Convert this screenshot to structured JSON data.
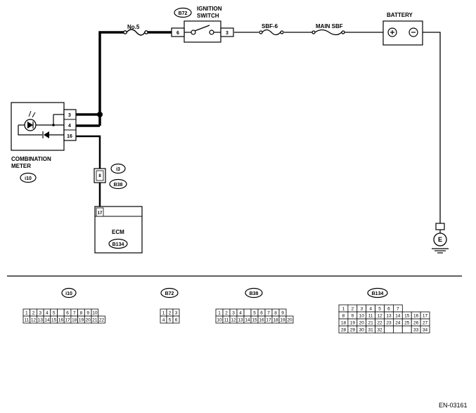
{
  "labels": {
    "fuse": "No.5",
    "ignition_switch_line1": "IGNITION",
    "ignition_switch_line2": "SWITCH",
    "ignition_switch_code": "B72",
    "sbf6": "SBF-6",
    "main_sbf": "MAIN SBF",
    "battery": "BATTERY",
    "combination_meter_line1": "COMBINATION",
    "combination_meter_line2": "METER",
    "combination_meter_code": "i10",
    "junction_top": "i3",
    "junction_bottom": "B38",
    "ecm": "ECM",
    "ecm_code": "B134",
    "ground": "E",
    "footer_code": "EN-03161"
  },
  "pins": {
    "switch_in": "6",
    "switch_out": "3",
    "meter_pin_a": "3",
    "meter_pin_b": "4",
    "meter_pin_c": "16",
    "junction_pin": "8",
    "ecm_pin": "17"
  },
  "connectors": {
    "i10": {
      "title": "i10",
      "row1": [
        "1",
        "2",
        "3",
        "4",
        "5",
        "",
        "6",
        "7",
        "8",
        "9",
        "10"
      ],
      "row2": [
        "11",
        "12",
        "13",
        "14",
        "15",
        "16",
        "17",
        "18",
        "19",
        "20",
        "21",
        "22"
      ]
    },
    "b72": {
      "title": "B72",
      "row1": [
        "1",
        "2",
        "3"
      ],
      "row2": [
        "4",
        "5",
        "6"
      ]
    },
    "b38": {
      "title": "B38",
      "row1": [
        "1",
        "2",
        "3",
        "4",
        "",
        "5",
        "6",
        "7",
        "8",
        "9"
      ],
      "row2": [
        "10",
        "11",
        "12",
        "13",
        "14",
        "15",
        "16",
        "17",
        "18",
        "19",
        "20"
      ]
    },
    "b134": {
      "title": "B134",
      "row1": [
        "1",
        "2",
        "3",
        "4",
        "5",
        "6",
        "7"
      ],
      "row2": [
        "8",
        "9",
        "10",
        "11",
        "12",
        "13",
        "14",
        "15",
        "16",
        "17"
      ],
      "row3": [
        "18",
        "19",
        "20",
        "21",
        "22",
        "23",
        "24",
        "25",
        "26",
        "27"
      ],
      "row4": [
        "28",
        "29",
        "30",
        "31",
        "32",
        "",
        "",
        "",
        "33",
        "34"
      ]
    }
  }
}
